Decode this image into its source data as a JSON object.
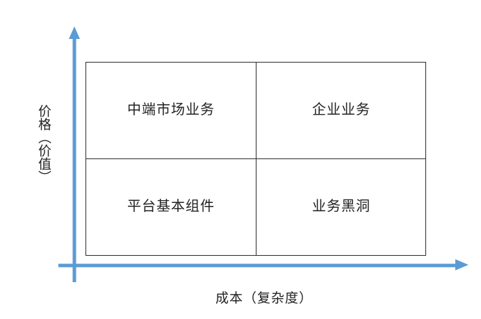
{
  "quadrants": {
    "top_left": "中端市场业务",
    "top_right": "企业业务",
    "bottom_left": "平台基本组件",
    "bottom_right": "业务黑洞"
  },
  "axes": {
    "x_label": "成本（复杂度）",
    "y_label": "价格（价值）",
    "color": "#5b9bd5"
  }
}
